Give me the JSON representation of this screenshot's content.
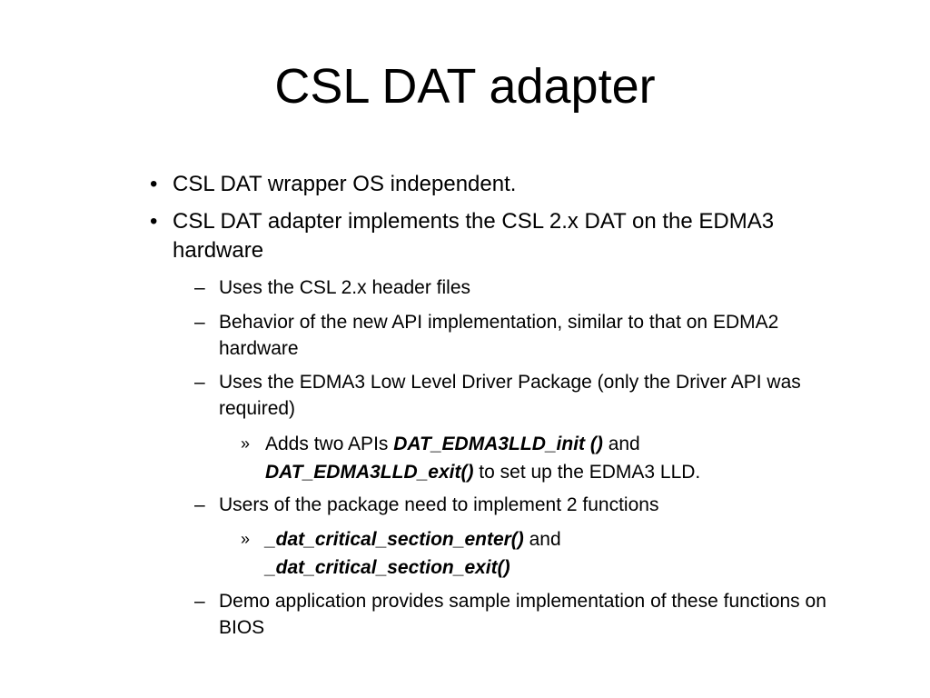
{
  "slide": {
    "title": "CSL DAT adapter"
  },
  "bullets": {
    "level1_marker": "•",
    "level2_marker": "–",
    "level3_marker": "»"
  },
  "items": {
    "b1": "CSL DAT wrapper OS independent.",
    "b2": "CSL DAT adapter implements the CSL 2.x DAT on the EDMA3 hardware",
    "b2_1": "Uses the CSL 2.x header files",
    "b2_2": "Behavior of the new API implementation, similar to that on EDMA2 hardware",
    "b2_3": "Uses the EDMA3 Low Level Driver Package (only the Driver API was required)",
    "b2_3_1": {
      "prefix": "Adds two APIs ",
      "api_init": "DAT_EDMA3LLD_init ()",
      "connector": " and",
      "api_exit": "DAT_EDMA3LLD_exit()",
      "suffix": " to set up the EDMA3 LLD."
    },
    "b2_4": "Users of the package need to implement 2 functions",
    "b2_4_1": {
      "fn_enter": "_dat_critical_section_enter()",
      "connector": " and",
      "fn_exit": "_dat_critical_section_exit()"
    },
    "b2_5": "Demo application provides sample implementation of these functions on BIOS"
  }
}
